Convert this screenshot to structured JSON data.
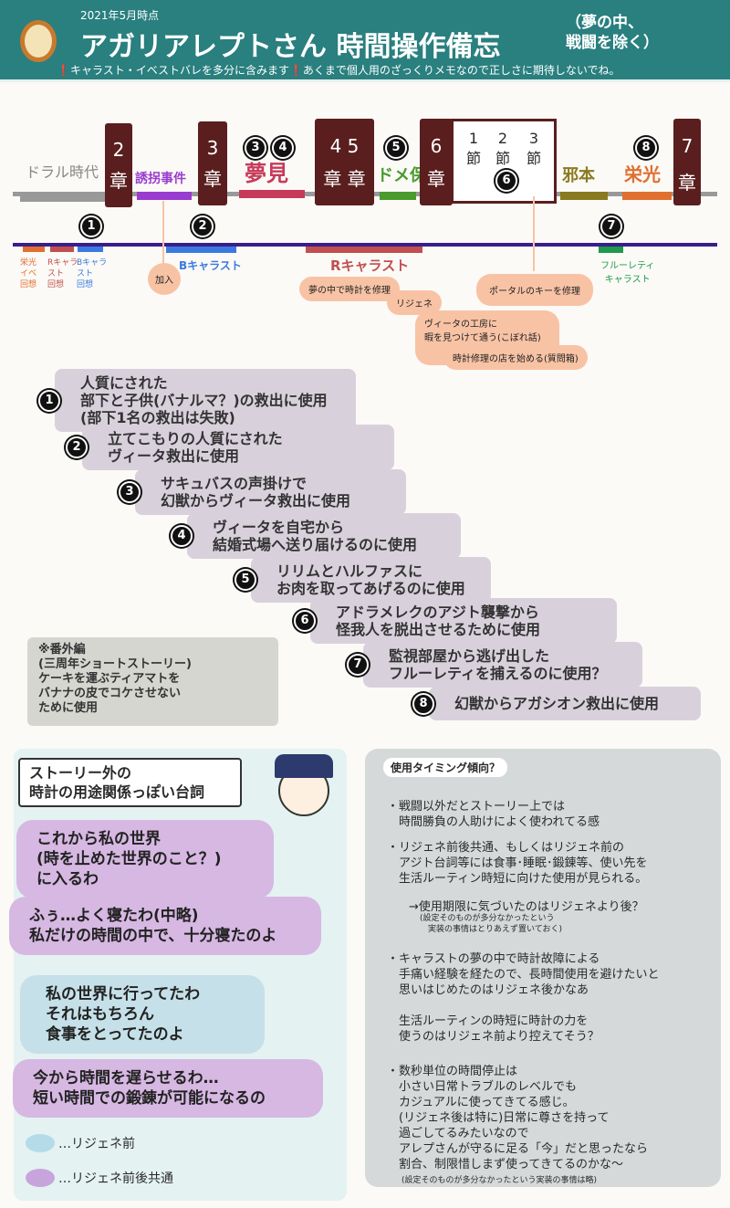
{
  "header": {
    "date": "2021年5月時点",
    "title": "アガリアレプトさん 時間操作備忘",
    "paren": "（夢の中、\n戦闘を除く）",
    "warning": "❗キャラスト・イベストバレを多分に含みます❗あくまで個人用のざっくりメモなので正しさに期待しないでね。"
  },
  "timeline": {
    "eras": [
      "ドラル時代",
      "誘拐事件",
      "夢見",
      "ドメ保",
      "邪本",
      "栄光"
    ],
    "chapters": [
      "2\n章",
      "3\n章",
      "4 5\n章 章",
      "6\n章",
      "7\n章"
    ],
    "sections": [
      "1\n節",
      "2\n節",
      "3\n節"
    ],
    "lower_labels": [
      "栄光\nイベ\n回想",
      "Rキャラ\nスト\n回想",
      "Bキャラ\nスト\n回想",
      "Bキャラスト",
      "Rキャラスト",
      "フルーレティ\nキャラスト"
    ],
    "bubbles": [
      "加入",
      "夢の中で時計を修理",
      "リジェネ",
      "ポータルのキーを修理",
      "ヴィータの工房に\n暇を見つけて通う(こぼれ話)",
      "時計修理の店を始める(質問箱)"
    ],
    "markers": [
      "1",
      "2",
      "3",
      "4",
      "5",
      "6",
      "7",
      "8"
    ],
    "colors": {
      "chapter": "#5a1e1e",
      "upper_line": "#999999",
      "lower_line": "#3a1e8a"
    }
  },
  "uses": [
    {
      "n": "1",
      "text": "人質にされた\n部下と子供(バナルマ？)の救出に使用\n(部下1名の救出は失敗)"
    },
    {
      "n": "2",
      "text": "立てこもりの人質にされた\nヴィータ救出に使用"
    },
    {
      "n": "3",
      "text": "サキュバスの声掛けで\n幻獣からヴィータ救出に使用"
    },
    {
      "n": "4",
      "text": "ヴィータを自宅から\n結婚式場へ送り届けるのに使用"
    },
    {
      "n": "5",
      "text": "リリムとハルファスに\nお肉を取ってあげるのに使用"
    },
    {
      "n": "6",
      "text": "アドラメレクのアジト襲撃から\n怪我人を脱出させるために使用"
    },
    {
      "n": "7",
      "text": "監視部屋から逃げ出した\nフルーレティを捕えるのに使用？"
    },
    {
      "n": "8",
      "text": "幻獣からアガシオン救出に使用"
    }
  ],
  "extra_note": "※番外編\n(三周年ショートストーリー)\nケーキを運ぶティアマトを\nバナナの皮でコケさせない\nために使用",
  "quotes": {
    "title": "ストーリー外の\n時計の用途関係っぽい台詞",
    "items": [
      "これから私の世界\n(時を止めた世界のこと？)\nに入るわ",
      "ふぅ…よく寝たわ(中略)\n私だけの時間の中で、十分寝たのよ",
      "私の世界に行ってたわ\nそれはもちろん\n食事をとってたのよ",
      "今から時間を遅らせるわ…\n短い時間での鍛錬が可能になるの"
    ],
    "legend": [
      "…リジェネ前",
      "…リジェネ前後共通"
    ]
  },
  "trends": {
    "title": "使用タイミング傾向？",
    "paras": [
      "・戦闘以外だとストーリー上では\n　時間勝負の人助けによく使われてる感",
      "・リジェネ前後共通、もしくはリジェネ前の\n　アジト台詞等には食事･睡眠･鍛錬等、使い先を\n　生活ルーティン時短に向けた使用が見られる。",
      "→使用期限に気づいたのはリジェネより後？",
      "(設定そのものが多分なかったという\n　実装の事情はとりあえず置いておく)",
      "・キャラストの夢の中で時計故障による\n　手痛い経験を経たので、長時間使用を避けたいと\n　思いはじめたのはリジェネ後かなあ",
      "　生活ルーティンの時短に時計の力を\n　使うのはリジェネ前より控えてそう？",
      "・数秒単位の時間停止は\n　小さい日常トラブルのレベルでも\n　カジュアルに使ってきてる感じ。\n　(リジェネ後は特に)日常に尊さを持って\n　過ごしてるみたいなので\n　アレプさんが守るに足る「今」だと思ったなら\n　割合、制限惜しまず使ってきてるのかな〜",
      "(設定そのものが多分なかったという実装の事情は略)"
    ]
  }
}
